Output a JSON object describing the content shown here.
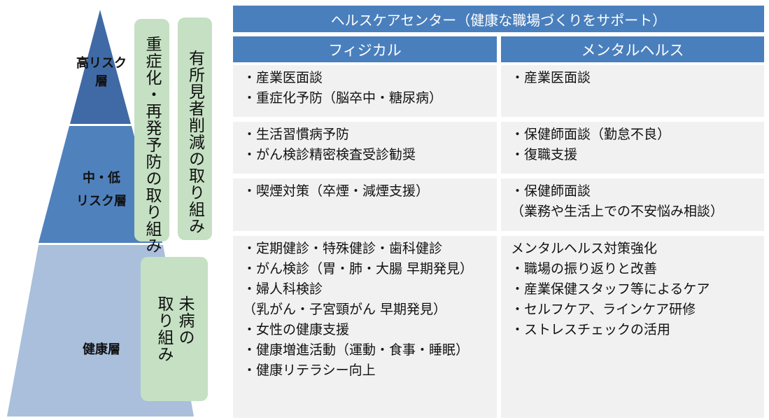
{
  "pyramid": {
    "tiers": [
      {
        "label_lines": [
          "高リスク",
          "層"
        ],
        "color": "#3f6aa6"
      },
      {
        "label_lines": [
          "中・低",
          "リスク層"
        ],
        "color": "#4f81bd"
      },
      {
        "label_lines": [
          "健康層"
        ],
        "color": "#a9bfdc"
      }
    ],
    "initiatives": [
      {
        "text": "重症化・再発予防の取り組み"
      },
      {
        "text": "有所見者削減の取り組み"
      },
      {
        "text": "未病の\n取り組み"
      }
    ],
    "initiative_color": "#c5e0c3"
  },
  "table": {
    "title": "ヘルスケアセンター（健康な職場づくりをサポート）",
    "header_color": "#4a7fbd",
    "columns": [
      "フィジカル",
      "メンタルヘルス"
    ],
    "rows": [
      {
        "physical": [
          "・産業医面談",
          "・重症化予防（脳卒中・糖尿病）"
        ],
        "mental": [
          "・産業医面談"
        ]
      },
      {
        "physical": [
          "・生活習慣病予防",
          "・がん検診精密検査受診勧奨"
        ],
        "mental": [
          "・保健師面談（勤怠不良）",
          "・復職支援"
        ]
      },
      {
        "physical": [
          "・喫煙対策（卒煙・減煙支援）"
        ],
        "mental": [
          "・保健師面談",
          "（業務や生活上での不安悩み相談）"
        ]
      },
      {
        "physical": [
          "・定期健診・特殊健診・歯科健診",
          "・がん検診（胃・肺・大腸 早期発見）",
          "・婦人科検診",
          "（乳がん・子宮頸がん 早期発見）",
          "・女性の健康支援",
          "・健康増進活動（運動・食事・睡眠）",
          "・健康リテラシー向上"
        ],
        "mental": [
          "メンタルヘルス対策強化",
          "・職場の振り返りと改善",
          "・産業保健スタッフ等によるケア",
          "・セルフケア、ラインケア研修",
          "・ストレスチェックの活用"
        ]
      }
    ]
  }
}
